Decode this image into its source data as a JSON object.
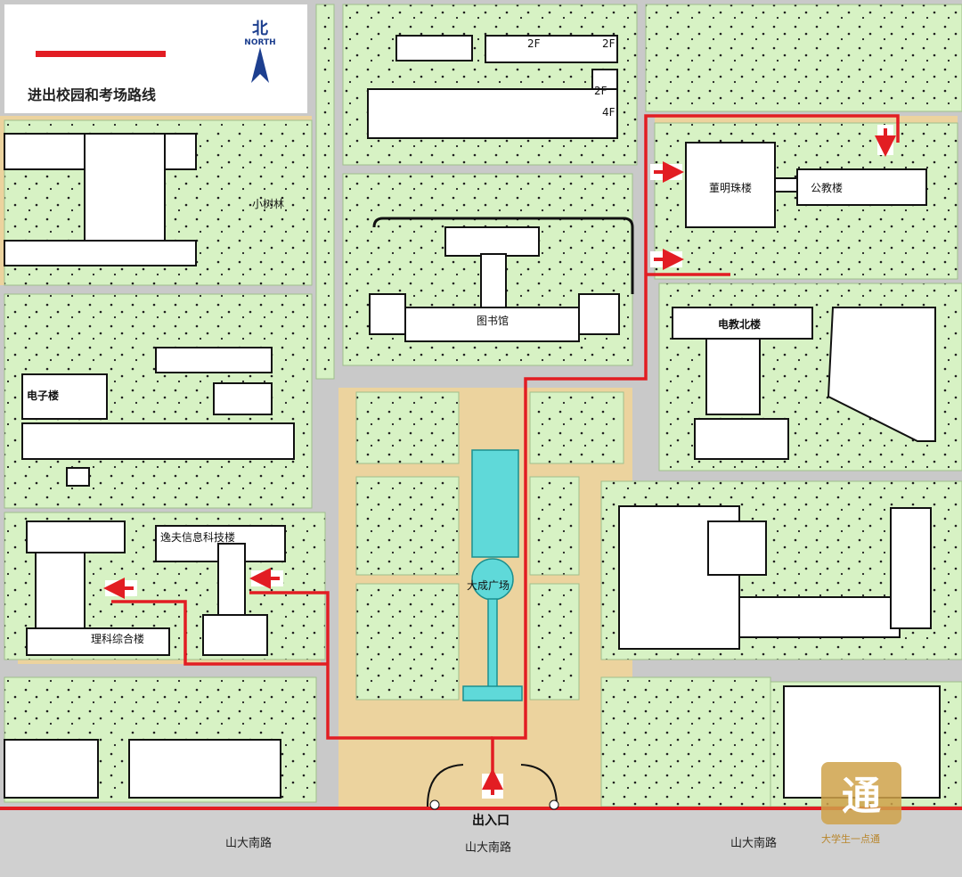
{
  "legend": {
    "route_label": "进出校园和考场路线",
    "route_color": "#e21d23"
  },
  "compass": {
    "cn": "北",
    "en": "NORTH"
  },
  "buildings": {
    "library": "图书馆",
    "dongming": "董明珠楼",
    "gongjiao": "公教楼",
    "diaojiao_north": "电教北楼",
    "yifu": "逸夫信息科技楼",
    "like": "理科综合楼",
    "xiaoshulin": "小树林",
    "dacheng": "大成广场",
    "floor_2f_a": "2F",
    "floor_2f_b": "2F",
    "floor_2f_c": "2F",
    "floor_4f": "4F",
    "partial_label": "电子楼"
  },
  "entrance": "出入口",
  "roads": [
    "山大南路",
    "山大南路",
    "山大南路"
  ],
  "watermark": {
    "glyph": "通",
    "text": "大学生一点通"
  },
  "colors": {
    "green": "#d7f2c4",
    "tan": "#ecd39e",
    "road": "#c9c9c9",
    "water": "#5fd9d9",
    "building": "#ffffff"
  }
}
